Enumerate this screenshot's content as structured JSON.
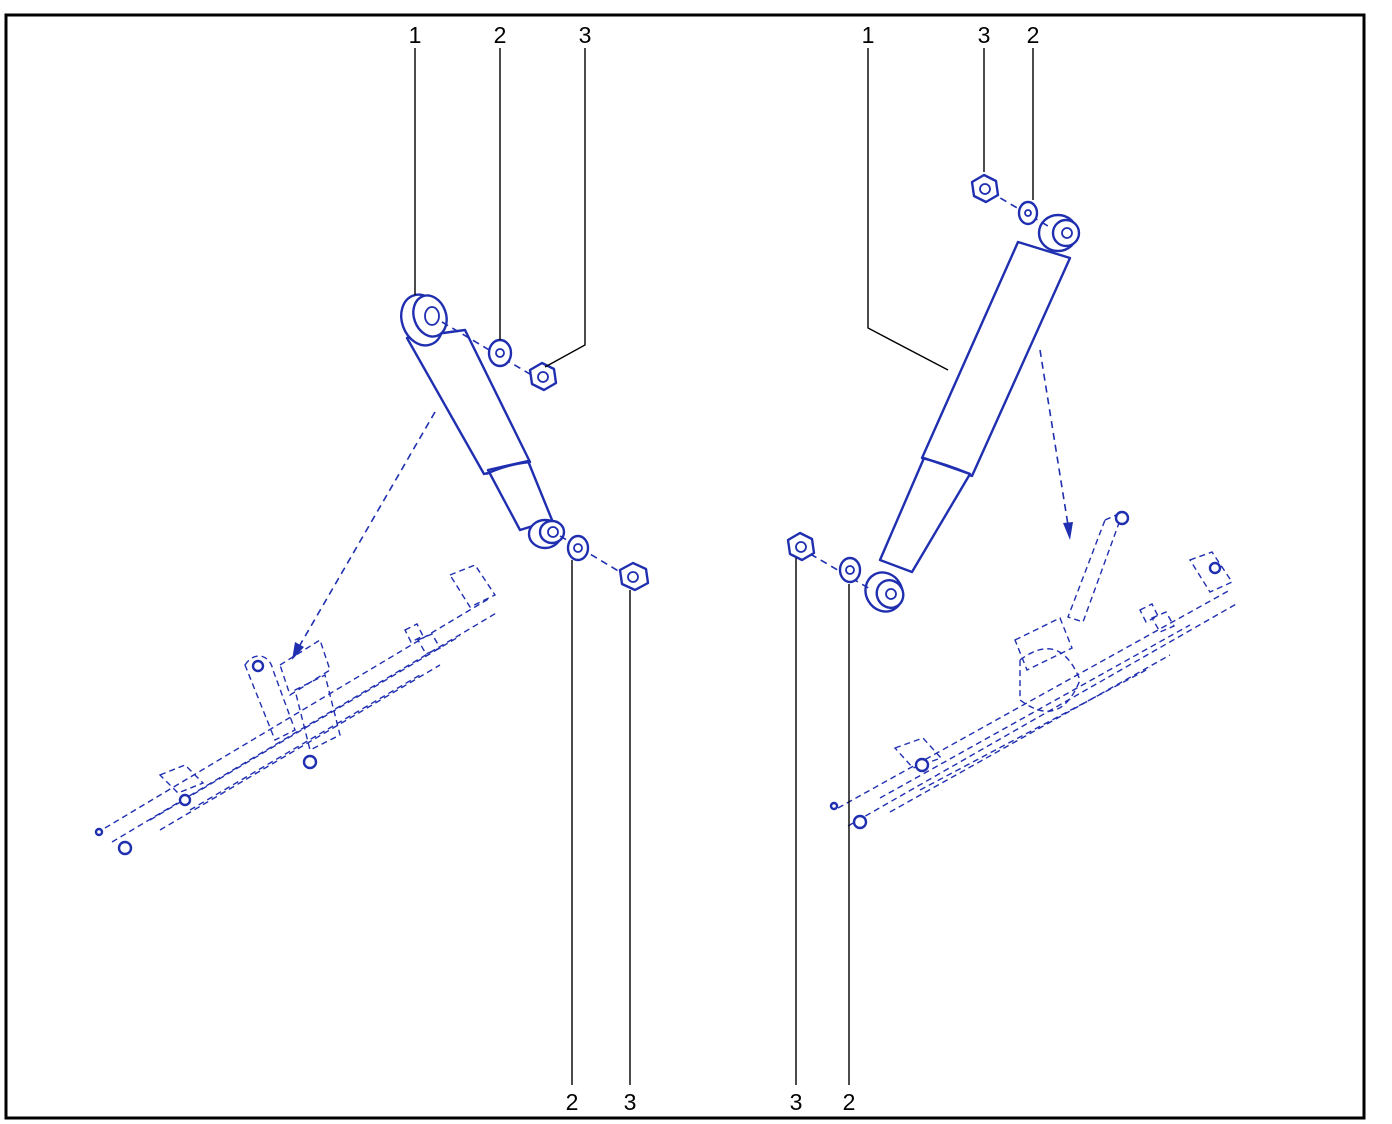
{
  "callouts": {
    "left_top": [
      "1",
      "2",
      "3"
    ],
    "right_top": [
      "1",
      "3",
      "2"
    ],
    "left_bottom": [
      "2",
      "3"
    ],
    "right_bottom": [
      "3",
      "2"
    ]
  },
  "colors": {
    "line_art": "#1f2fb0",
    "leader": "#000000",
    "frame": "#000000",
    "background": "#ffffff"
  }
}
